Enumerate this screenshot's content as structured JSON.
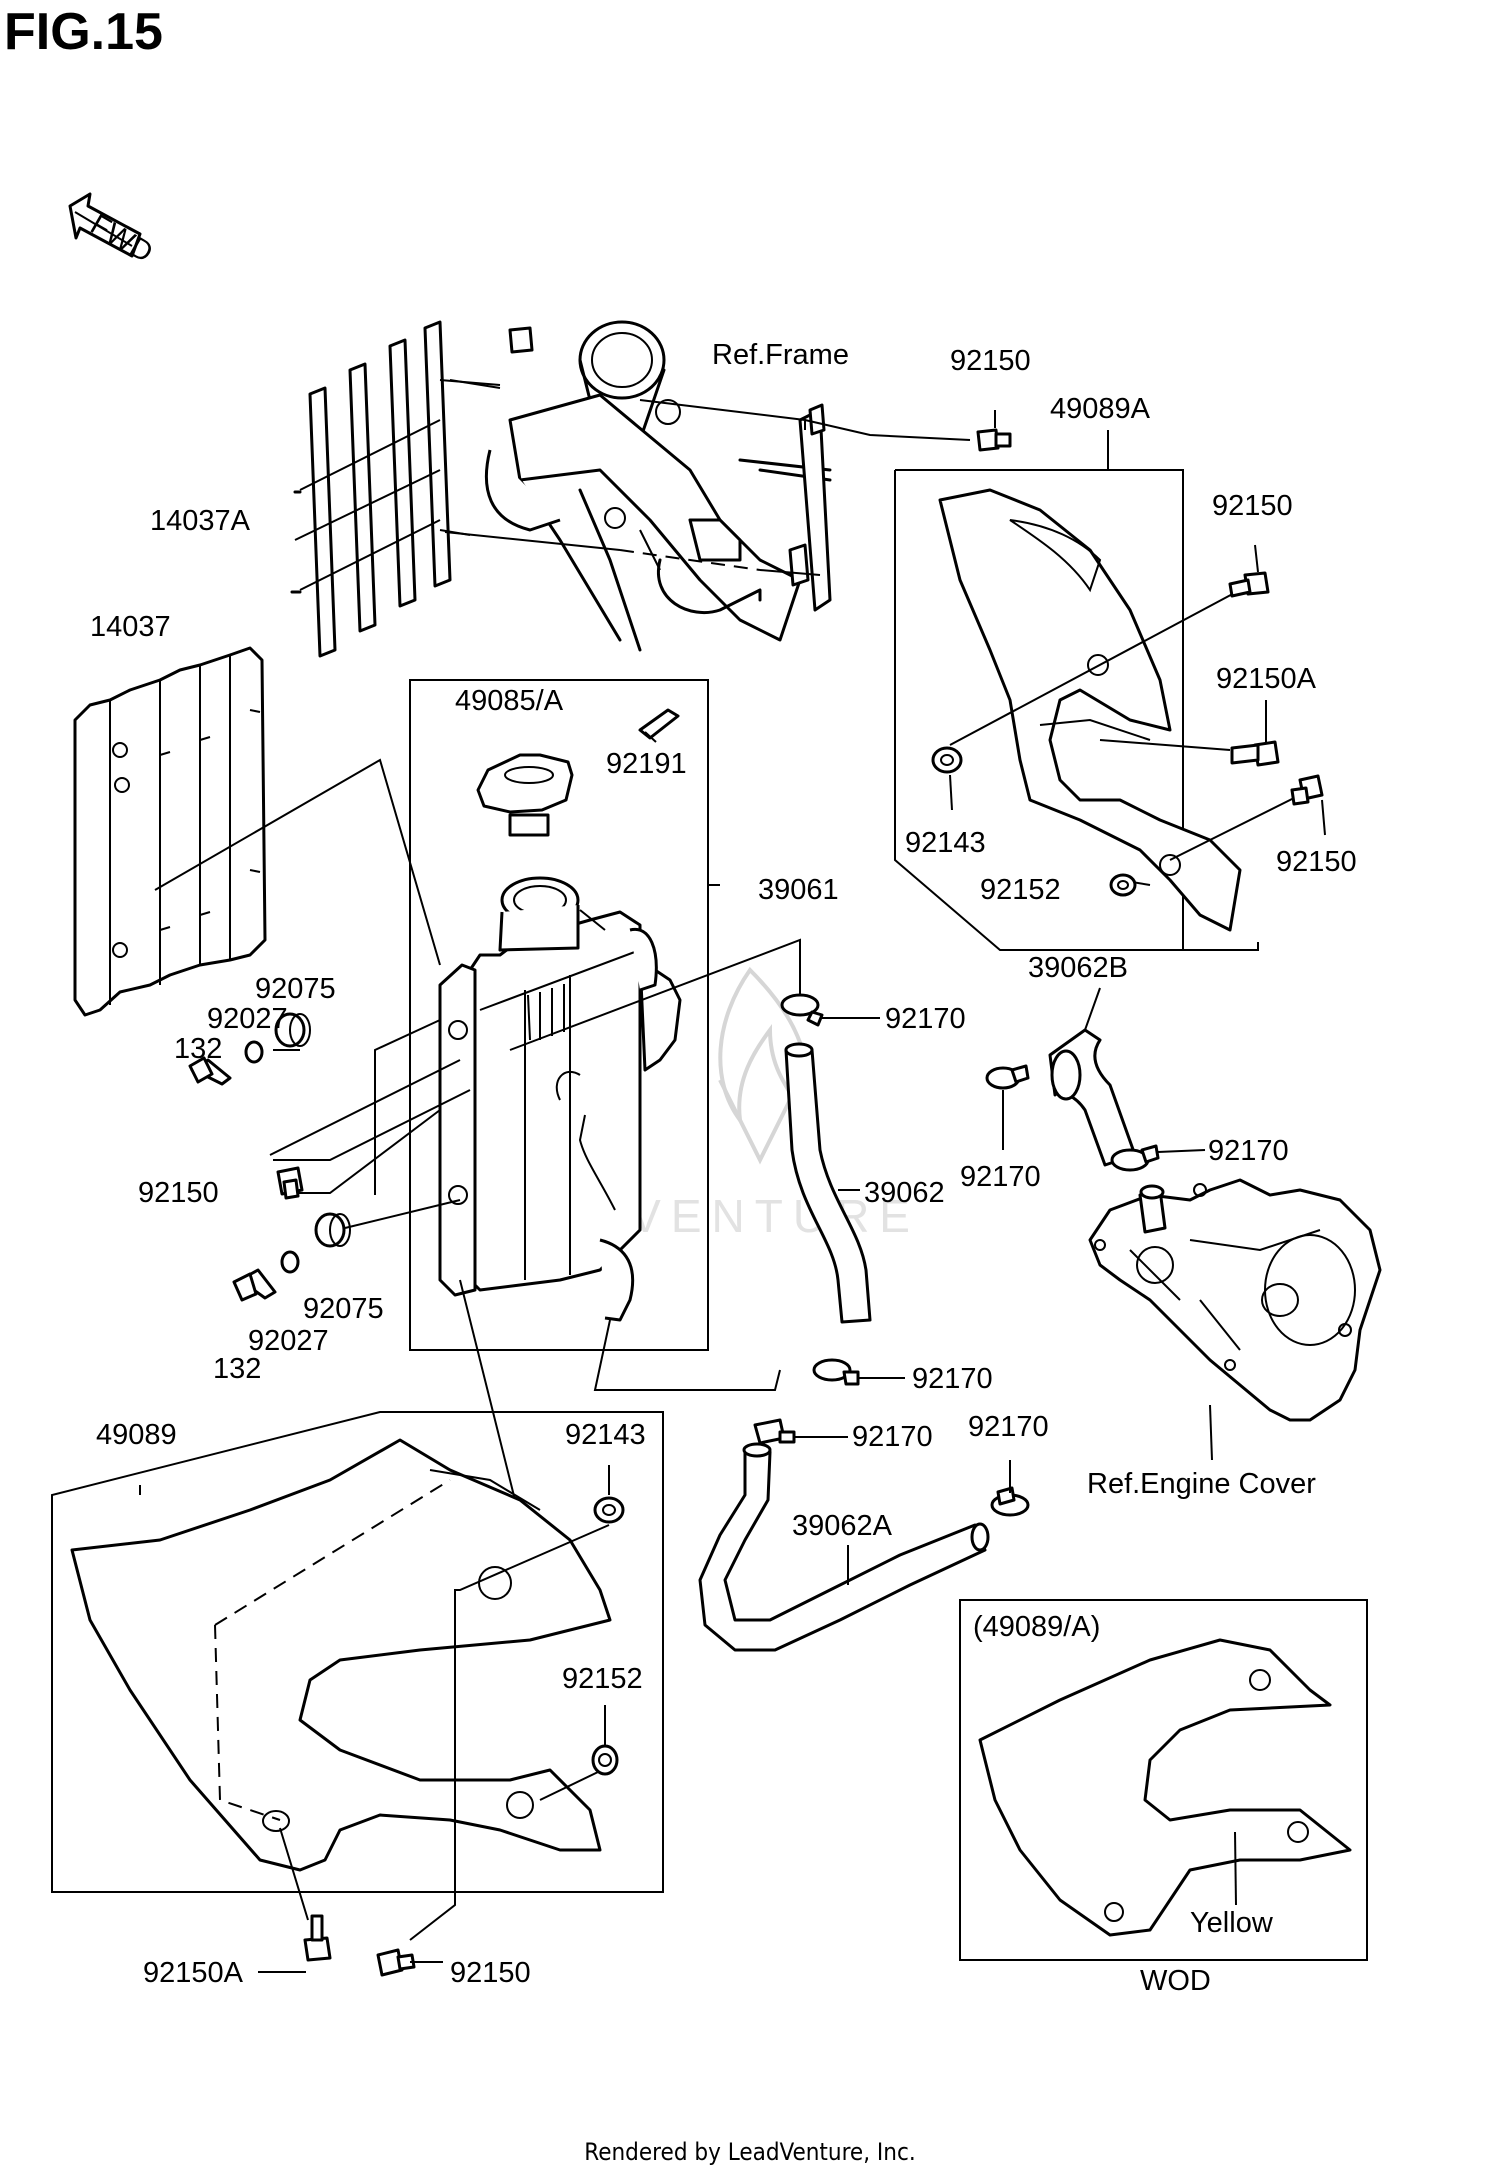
{
  "figure_title": "FIG.15",
  "footer": "Rendered by LeadVenture, Inc.",
  "watermark": "LEADVENTURE",
  "fwd_label": "FWD",
  "labels": {
    "ref_frame": "Ref.Frame",
    "p92150_top": "92150",
    "p49089A": "49089A",
    "p92150_r1": "92150",
    "p92150A_r": "92150A",
    "p92143_r": "92143",
    "p92150_r2": "92150",
    "p92152_r": "92152",
    "p14037A": "14037A",
    "p14037": "14037",
    "p49085A": "49085/A",
    "p92191": "92191",
    "p39061": "39061",
    "p92075_a": "92075",
    "p92027_a": "92027",
    "p132_a": "132",
    "p92170_a": "92170",
    "p39062B": "39062B",
    "p92170_b": "92170",
    "p92170_c": "92170",
    "p92150_l": "92150",
    "p39062": "39062",
    "p92075_b": "92075",
    "p92027_b": "92027",
    "p132_b": "132",
    "p92170_d": "92170",
    "p92170_e": "92170",
    "p92170_f": "92170",
    "p49089": "49089",
    "p92143_l": "92143",
    "p39062A": "39062A",
    "ref_engine_cover": "Ref.Engine Cover",
    "p92152_l": "92152",
    "p49089_A_box": "(49089/A)",
    "yellow": "Yellow",
    "p92150A_b": "92150A",
    "p92150_b": "92150",
    "wod": "WOD"
  }
}
